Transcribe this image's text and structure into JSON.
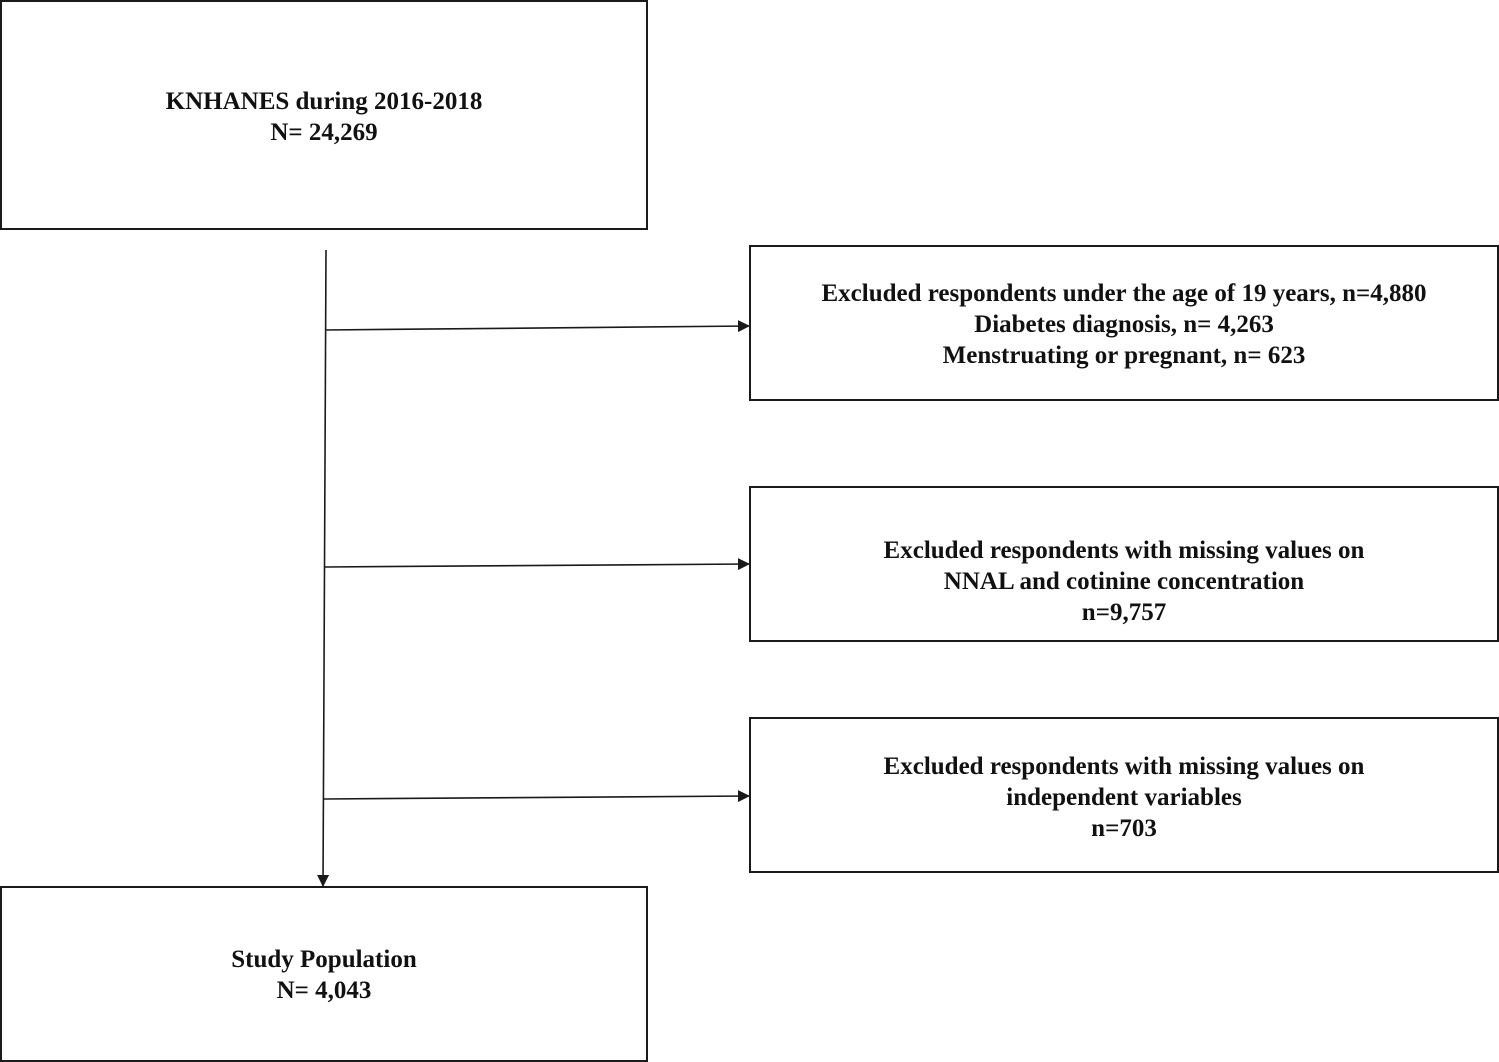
{
  "nodes": {
    "source": {
      "lines": [
        "KNHANES during 2016-2018",
        "N= 24,269"
      ]
    },
    "exclusion_1": {
      "lines": [
        "Excluded respondents under the age of 19 years, n=4,880",
        "Diabetes diagnosis, n= 4,263",
        "Menstruating or pregnant, n= 623"
      ]
    },
    "exclusion_2": {
      "lines": [
        "Excluded respondents with missing values on",
        "NNAL and cotinine concentration",
        "n=9,757"
      ]
    },
    "exclusion_3": {
      "lines": [
        "Excluded respondents with missing values on",
        "independent variables",
        "n=703"
      ]
    },
    "final": {
      "lines": [
        "Study Population",
        "N= 4,043"
      ]
    }
  },
  "edges": [
    {
      "from": "source",
      "to": "final"
    },
    {
      "from": "source",
      "to": "exclusion_1"
    },
    {
      "from": "source",
      "to": "exclusion_2"
    },
    {
      "from": "source",
      "to": "exclusion_3"
    }
  ]
}
